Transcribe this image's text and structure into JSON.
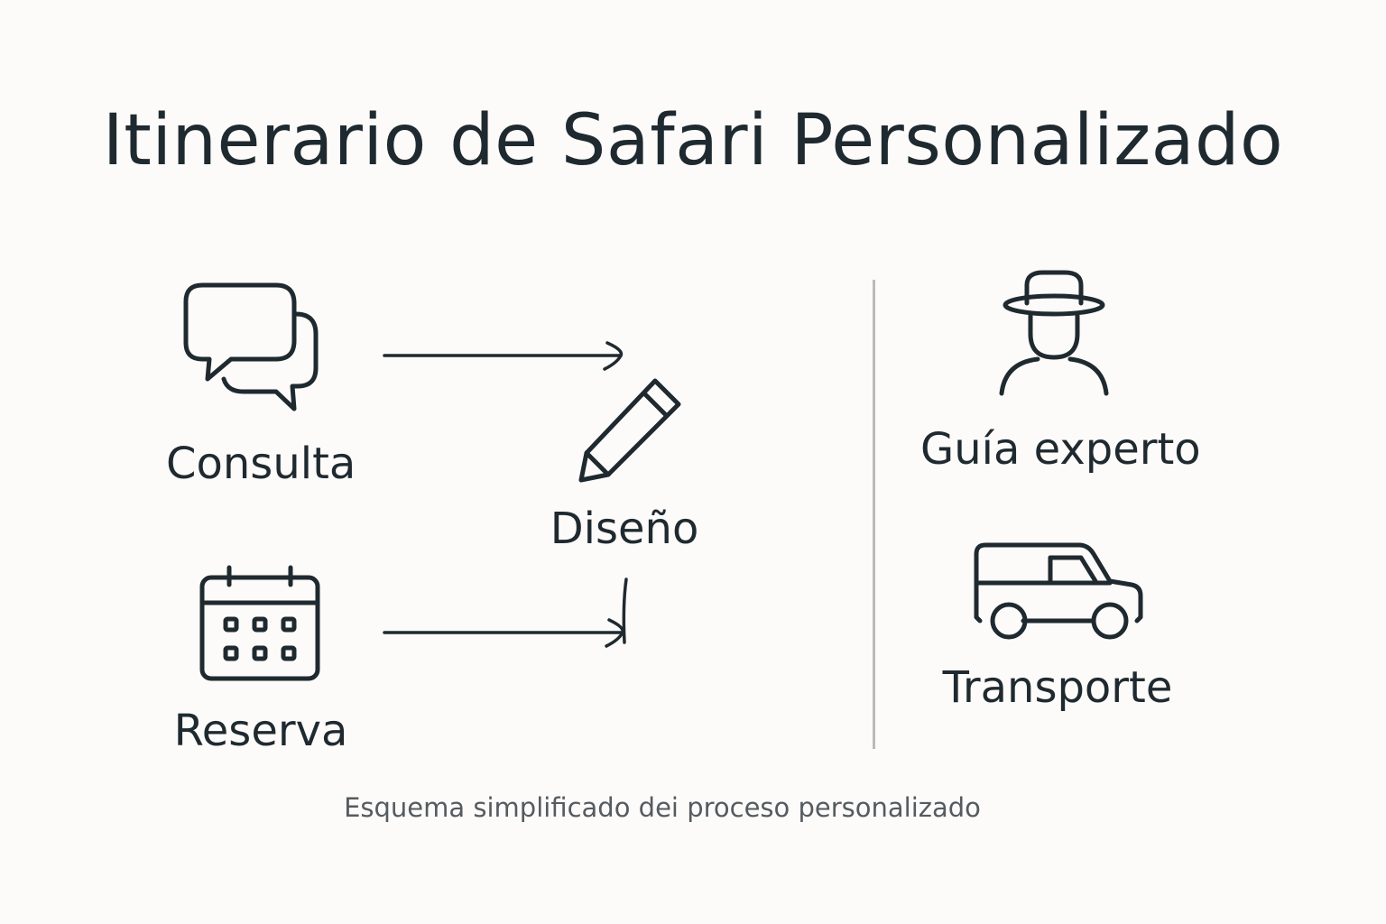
{
  "title": "Itinerario de Safari Personalizado",
  "steps": {
    "consulta": {
      "label": "Consulta",
      "icon": "chat-bubbles-icon"
    },
    "diseno": {
      "label": "Diseño",
      "icon": "pencil-icon"
    },
    "reserva": {
      "label": "Reserva",
      "icon": "calendar-icon"
    }
  },
  "services": {
    "guia": {
      "label": "Guía experto",
      "icon": "guide-hat-icon"
    },
    "transporte": {
      "label": "Transporte",
      "icon": "safari-vehicle-icon"
    }
  },
  "caption": "Esquema simplificado dei proceso personalizado",
  "colors": {
    "background": "#fcfbf9",
    "ink": "#1f2a30",
    "divider": "#b9bbbc",
    "caption": "#555b60"
  }
}
